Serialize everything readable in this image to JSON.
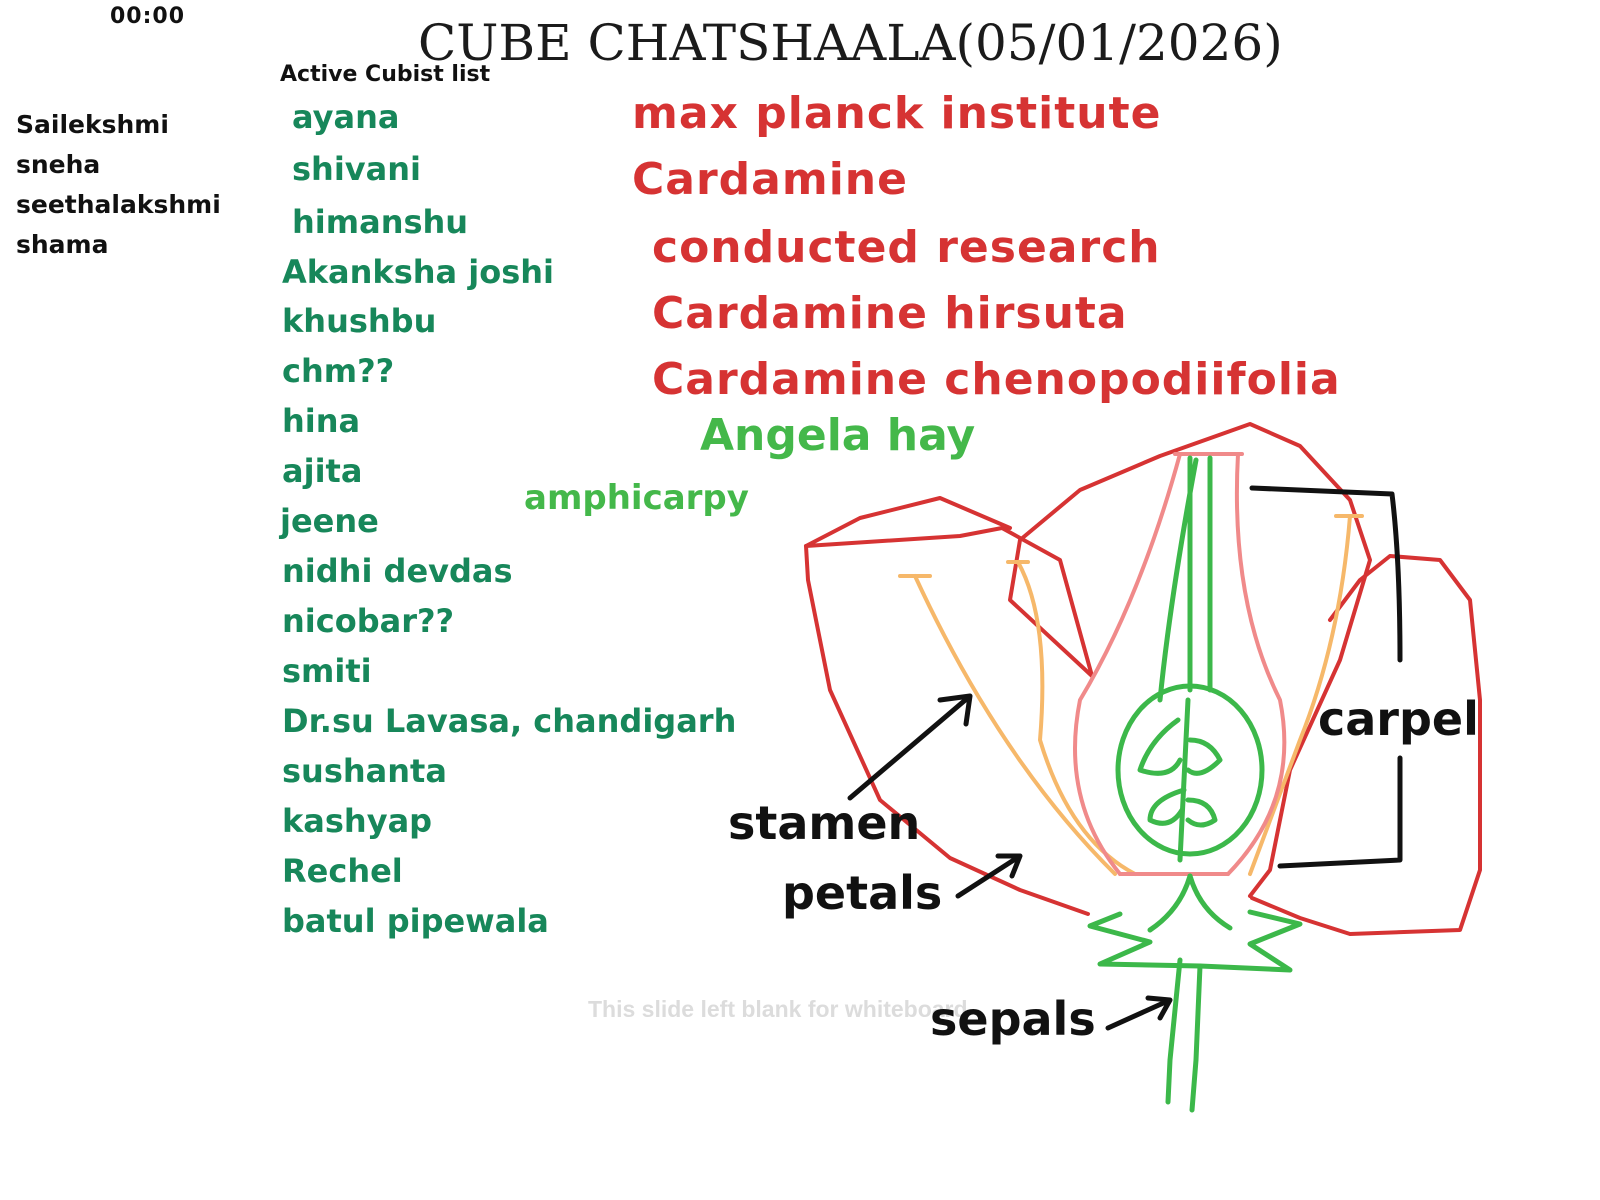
{
  "header": {
    "timer": "00:00",
    "title": "CUBE CHATSHAALA(05/01/2026)"
  },
  "active_list": {
    "heading": "Active Cubist list",
    "names": [
      "ayana",
      "shivani",
      "himanshu",
      "Akanksha joshi",
      "khushbu",
      "chm??",
      "hina",
      "ajita",
      "jeene",
      "nidhi devdas",
      "nicobar??",
      "smiti",
      "Dr.su Lavasa, chandigarh",
      "sushanta",
      "kashyap",
      "Rechel",
      "batul pipewala"
    ]
  },
  "side_names": [
    "Sailekshmi",
    "sneha",
    "seethalakshmi",
    "shama"
  ],
  "notes": {
    "red": [
      "max planck institute",
      "Cardamine",
      "conducted research",
      "Cardamine hirsuta",
      "Cardamine chenopodiifolia"
    ],
    "angela": "Angela hay",
    "amphicarpy": "amphicarpy"
  },
  "diagram": {
    "labels": {
      "stamen": "stamen",
      "petals": "petals",
      "sepals": "sepals",
      "carpel": "carpel"
    },
    "colors": {
      "petal": "#d63333",
      "stamen": "#f6b86a",
      "carpel_wall": "#f08a8a",
      "green": "#3cb84a",
      "ink": "#111111"
    }
  },
  "background_note": "This slide left blank for whiteboard"
}
